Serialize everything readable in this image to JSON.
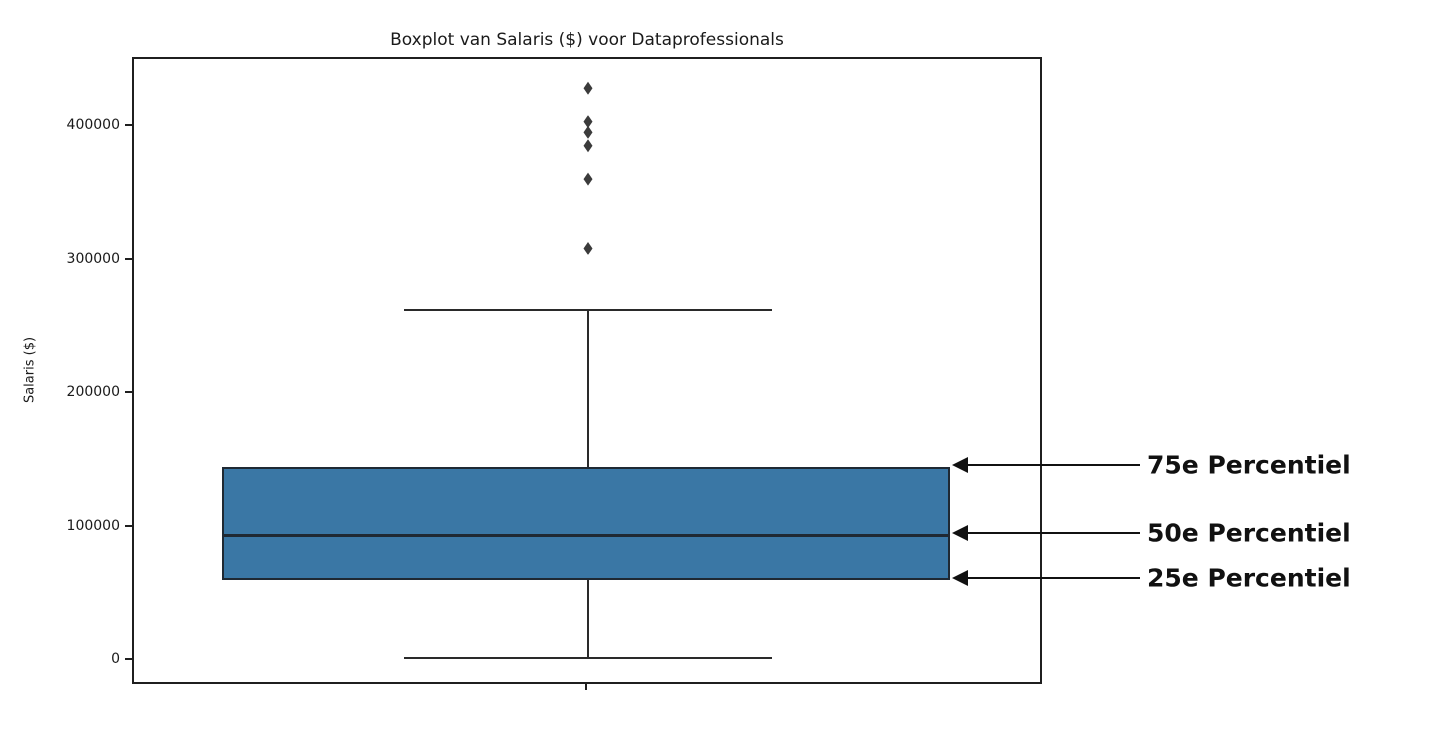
{
  "chart_data": {
    "type": "box",
    "title": "Boxplot van Salaris ($) voor Dataprofessionals",
    "xlabel": "",
    "ylabel": "Salaris ($)",
    "ylim": [
      -30000,
      450000
    ],
    "yticks": [
      0,
      100000,
      200000,
      300000,
      400000
    ],
    "ytick_labels": [
      "0",
      "100000",
      "200000",
      "300000",
      "400000"
    ],
    "grid": false,
    "legend": false,
    "orientation": "horizontal",
    "box_color": "#3a77a5",
    "edge_color": "#1f2933",
    "categories": [
      "Salaris ($)"
    ],
    "boxes": [
      {
        "label": "Salaris ($)",
        "q1": 60700,
        "median": 94400,
        "q3": 145000,
        "whisker_low": 3000,
        "whisker_high": 264000,
        "outliers": [
          429000,
          404000,
          396000,
          386000,
          361000,
          309000
        ]
      }
    ],
    "annotations": [
      {
        "text": "75e Percentiel",
        "value": 145000,
        "arrow": "left"
      },
      {
        "text": "50e Percentiel",
        "value": 94400,
        "arrow": "left"
      },
      {
        "text": "25e Percentiel",
        "value": 60700,
        "arrow": "left"
      }
    ]
  }
}
